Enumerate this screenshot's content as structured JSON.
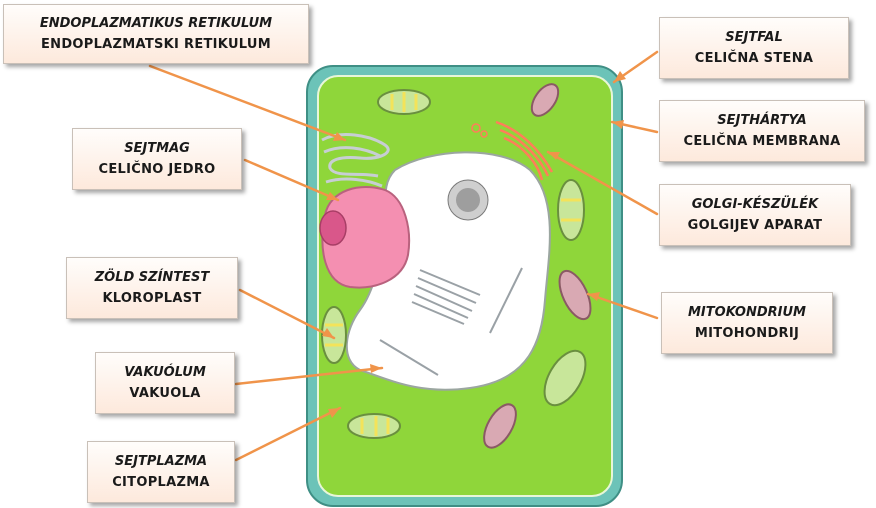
{
  "labels": {
    "er": {
      "hu": "ENDOPLAZMATIKUS RETIKULUM",
      "hr": "ENDOPLAZMATSKI RETIKULUM"
    },
    "nucleus": {
      "hu": "SEJTMAG",
      "hr": "CELIČNO JEDRO"
    },
    "chloro": {
      "hu": "ZÖLD SZÍNTEST",
      "hr": "KLOROPLAST"
    },
    "vacuole": {
      "hu": "VAKUÓLUM",
      "hr": "VAKUOLA"
    },
    "cytoplasm": {
      "hu": "SEJTPLAZMA",
      "hr": "CITOPLAZMA"
    },
    "wall": {
      "hu": "SEJTFAL",
      "hr": "CELIČNA STENA"
    },
    "membrane": {
      "hu": "SEJTHÁRTYA",
      "hr": "CELIČNA MEMBRANA"
    },
    "golgi": {
      "hu": "GOLGI-KÉSZÜLÉK",
      "hr": "GOLGIJEV APARAT"
    },
    "mito": {
      "hu": "MITOKONDRIUM",
      "hr": "MITOHONDRIJ"
    }
  },
  "colors": {
    "wall": "#6cc3b8",
    "cytoplasm": "#8fd63a",
    "vacuole": "#ffffff",
    "nucleus": "#f48fb1",
    "nucleolus": "#d9578a",
    "chloroplast": "#c8e69a",
    "mitochondrion": "#d9a9b3",
    "arrow": "#f0944a"
  }
}
